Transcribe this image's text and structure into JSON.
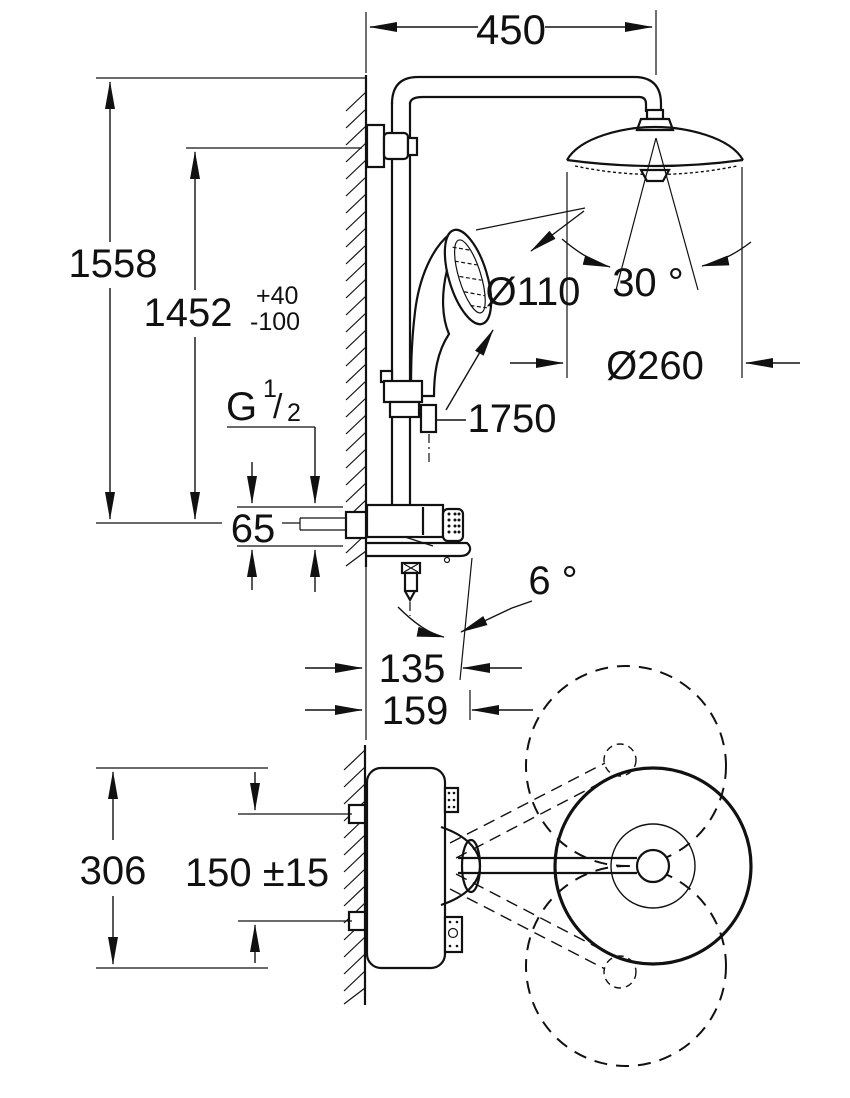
{
  "title": "shower-system-dimensional-drawing",
  "dimensions": {
    "arm_projection": "450",
    "total_height": "1558",
    "head_height": "1452",
    "head_height_tol_plus": "+40",
    "head_height_tol_minus": "-100",
    "hand_shower_diameter": "Ø110",
    "spray_angle": "30 °",
    "head_shower_diameter": "Ø260",
    "hose_length": "1750",
    "thread_label": {
      "g": "G",
      "sup": "1",
      "slash": "/",
      "sub": "2"
    },
    "body_height": "65",
    "shelf_angle": "6 °",
    "shelf_depth": "135",
    "overall_depth": "159",
    "plan_body_width": "306",
    "inlet_spacing": "150 ±15"
  }
}
